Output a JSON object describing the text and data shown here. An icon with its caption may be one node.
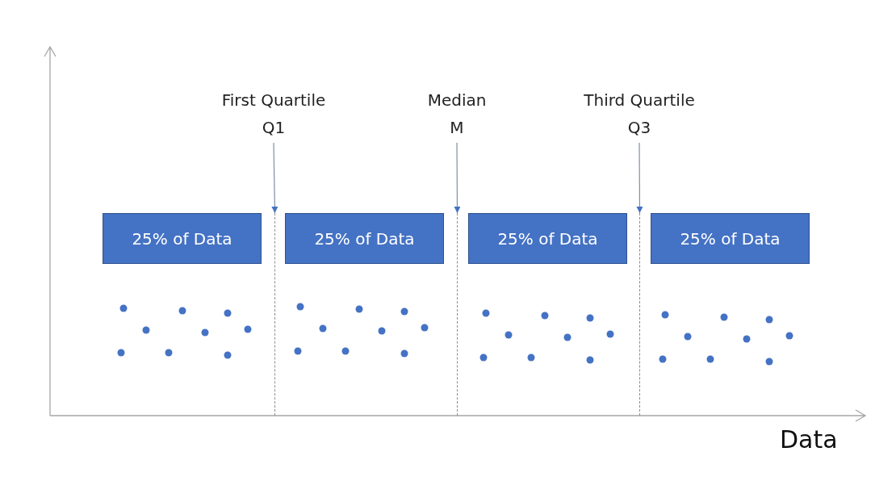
{
  "diagram": {
    "nodes": [
      {
        "text": [
          "First Quartile",
          "Q1"
        ]
      },
      {
        "text": [
          "Median",
          "M"
        ]
      },
      {
        "text": [
          "Third Quartile",
          "Q3"
        ]
      },
      {
        "text": [
          "25% of Data"
        ]
      },
      {
        "text": [
          "25% of Data"
        ]
      },
      {
        "text": [
          "25% of Data"
        ]
      },
      {
        "text": [
          "25% of Data"
        ]
      },
      {
        "text": [],
        "shape": "line"
      },
      {
        "text": [],
        "shape": "line"
      },
      {
        "text": [],
        "shape": "line"
      }
    ],
    "edges": [
      {
        "from": 0,
        "to": 7,
        "arrow": "to"
      },
      {
        "from": 1,
        "to": 8,
        "arrow": "to"
      },
      {
        "from": 2,
        "to": 9,
        "arrow": "to"
      }
    ],
    "labels": [
      "Data"
    ]
  }
}
